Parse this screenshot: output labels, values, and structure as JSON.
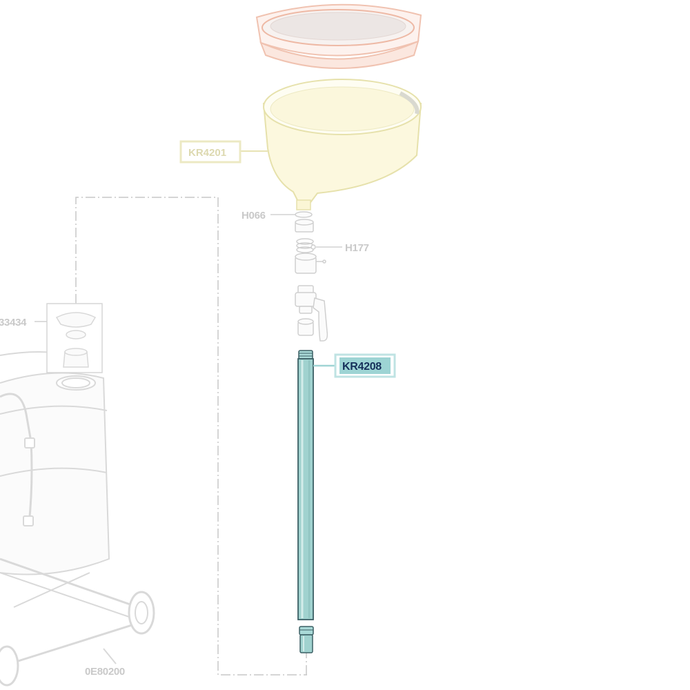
{
  "parts": {
    "sieve": {
      "name": "sieve-part"
    },
    "funnel": {
      "label": "KR4201"
    },
    "washer": {
      "label": "H066"
    },
    "fitting": {
      "label": "H177"
    },
    "cap": {
      "label": "33434"
    },
    "tube": {
      "label": "KR4208"
    },
    "trolley": {
      "label": "0E80200"
    }
  },
  "colors": {
    "sieve": "#f2c4b3",
    "funnel_fill": "#fbf6d9",
    "funnel_stroke": "#e5e0a6",
    "tube_fill": "#9fd1cf",
    "tube_stroke": "#3b5f64",
    "label_highlight_bg": "#9dd4d4",
    "label_highlight_border": "#bfe3e3",
    "faded_lines": "#d2d2d2"
  }
}
